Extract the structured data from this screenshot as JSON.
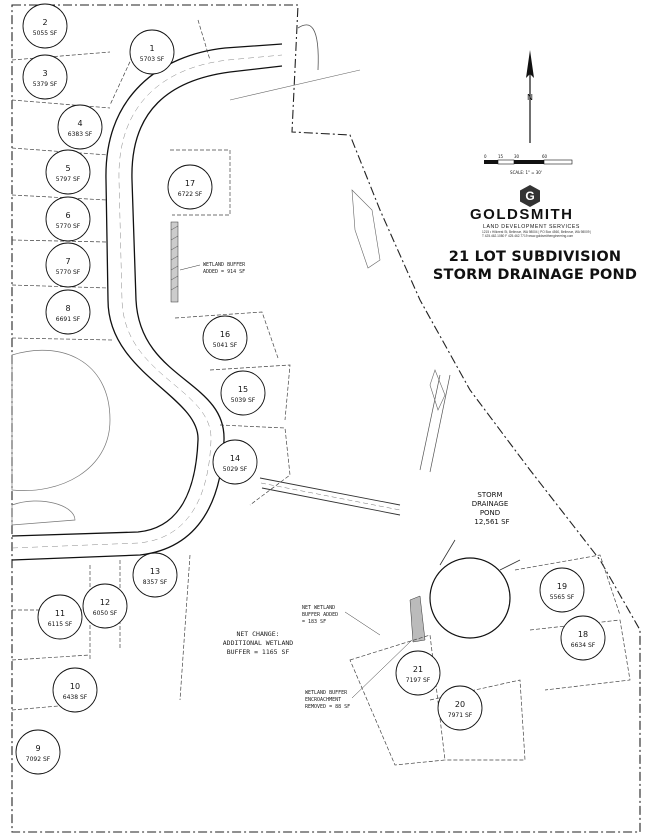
{
  "title": {
    "line1": "21 LOT SUBDIVISION",
    "line2": "STORM DRAINAGE POND"
  },
  "company": {
    "name": "GOLDSMITH",
    "tagline": "LAND DEVELOPMENT SERVICES",
    "contact": "1215 • Hillcrest St, Bellevue, WA 98004 | PO Box 4560, Bellevue, WA 98009 | T 425.462.1080 F 425.462.7719 www.goldsmithengineering.com",
    "logo_letter": "G"
  },
  "scale_bar": {
    "ticks": [
      "0",
      "15",
      "30",
      "60"
    ],
    "label": "SCALE: 1\" = 30'"
  },
  "north_arrow": {
    "label": "N"
  },
  "lots": [
    {
      "number": "1",
      "area": "5703 SF"
    },
    {
      "number": "2",
      "area": "5055 SF"
    },
    {
      "number": "3",
      "area": "5379 SF"
    },
    {
      "number": "4",
      "area": "6383 SF"
    },
    {
      "number": "5",
      "area": "5797 SF"
    },
    {
      "number": "6",
      "area": "5770 SF"
    },
    {
      "number": "7",
      "area": "5770 SF"
    },
    {
      "number": "8",
      "area": "6691 SF"
    },
    {
      "number": "9",
      "area": "7092 SF"
    },
    {
      "number": "10",
      "area": "6438 SF"
    },
    {
      "number": "11",
      "area": "6115 SF"
    },
    {
      "number": "12",
      "area": "6050 SF"
    },
    {
      "number": "13",
      "area": "8357 SF"
    },
    {
      "number": "14",
      "area": "5029 SF"
    },
    {
      "number": "15",
      "area": "5039 SF"
    },
    {
      "number": "16",
      "area": "5041 SF"
    },
    {
      "number": "17",
      "area": "6722 SF"
    },
    {
      "number": "18",
      "area": "6634 SF"
    },
    {
      "number": "19",
      "area": "5565 SF"
    },
    {
      "number": "20",
      "area": "7971 SF"
    },
    {
      "number": "21",
      "area": "7197 SF"
    }
  ],
  "pond": {
    "line1": "STORM",
    "line2": "DRAINAGE",
    "line3": "POND",
    "area": "12,561 SF"
  },
  "notes": {
    "wetland_buffer_line1": "WETLAND BUFFER",
    "wetland_buffer_line2": "ADDED = 914 SF",
    "net_wetland_line1": "NET WETLAND",
    "net_wetland_line2": "BUFFER ADDED",
    "net_wetland_line3": "= 183 SF",
    "encroach_line1": "WETLAND BUFFER",
    "encroach_line2": "ENCROACHMENT",
    "encroach_line3": "REMOVED = 88 SF",
    "net_change_line1": "NET CHANGE:",
    "net_change_line2": "ADDITIONAL WETLAND",
    "net_change_line3": "BUFFER = 1165 SF"
  }
}
